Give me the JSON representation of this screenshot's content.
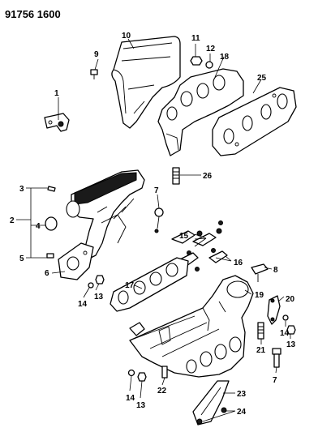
{
  "figure_id": "91756 1600",
  "callouts": {
    "c1": "1",
    "c2": "2",
    "c3": "3",
    "c4": "4",
    "c5": "5",
    "c6": "6",
    "c7a": "7",
    "c7b": "7",
    "c8": "8",
    "c9": "9",
    "c10": "10",
    "c11": "11",
    "c12": "12",
    "c13a": "13",
    "c13b": "13",
    "c13c": "13",
    "c14a": "14",
    "c14b": "14",
    "c14c": "14",
    "c15": "15",
    "c16": "16",
    "c17": "17",
    "c18": "18",
    "c19": "19",
    "c20": "20",
    "c21": "21",
    "c22": "22",
    "c23": "23",
    "c24": "24",
    "c25": "25",
    "c26": "26"
  }
}
